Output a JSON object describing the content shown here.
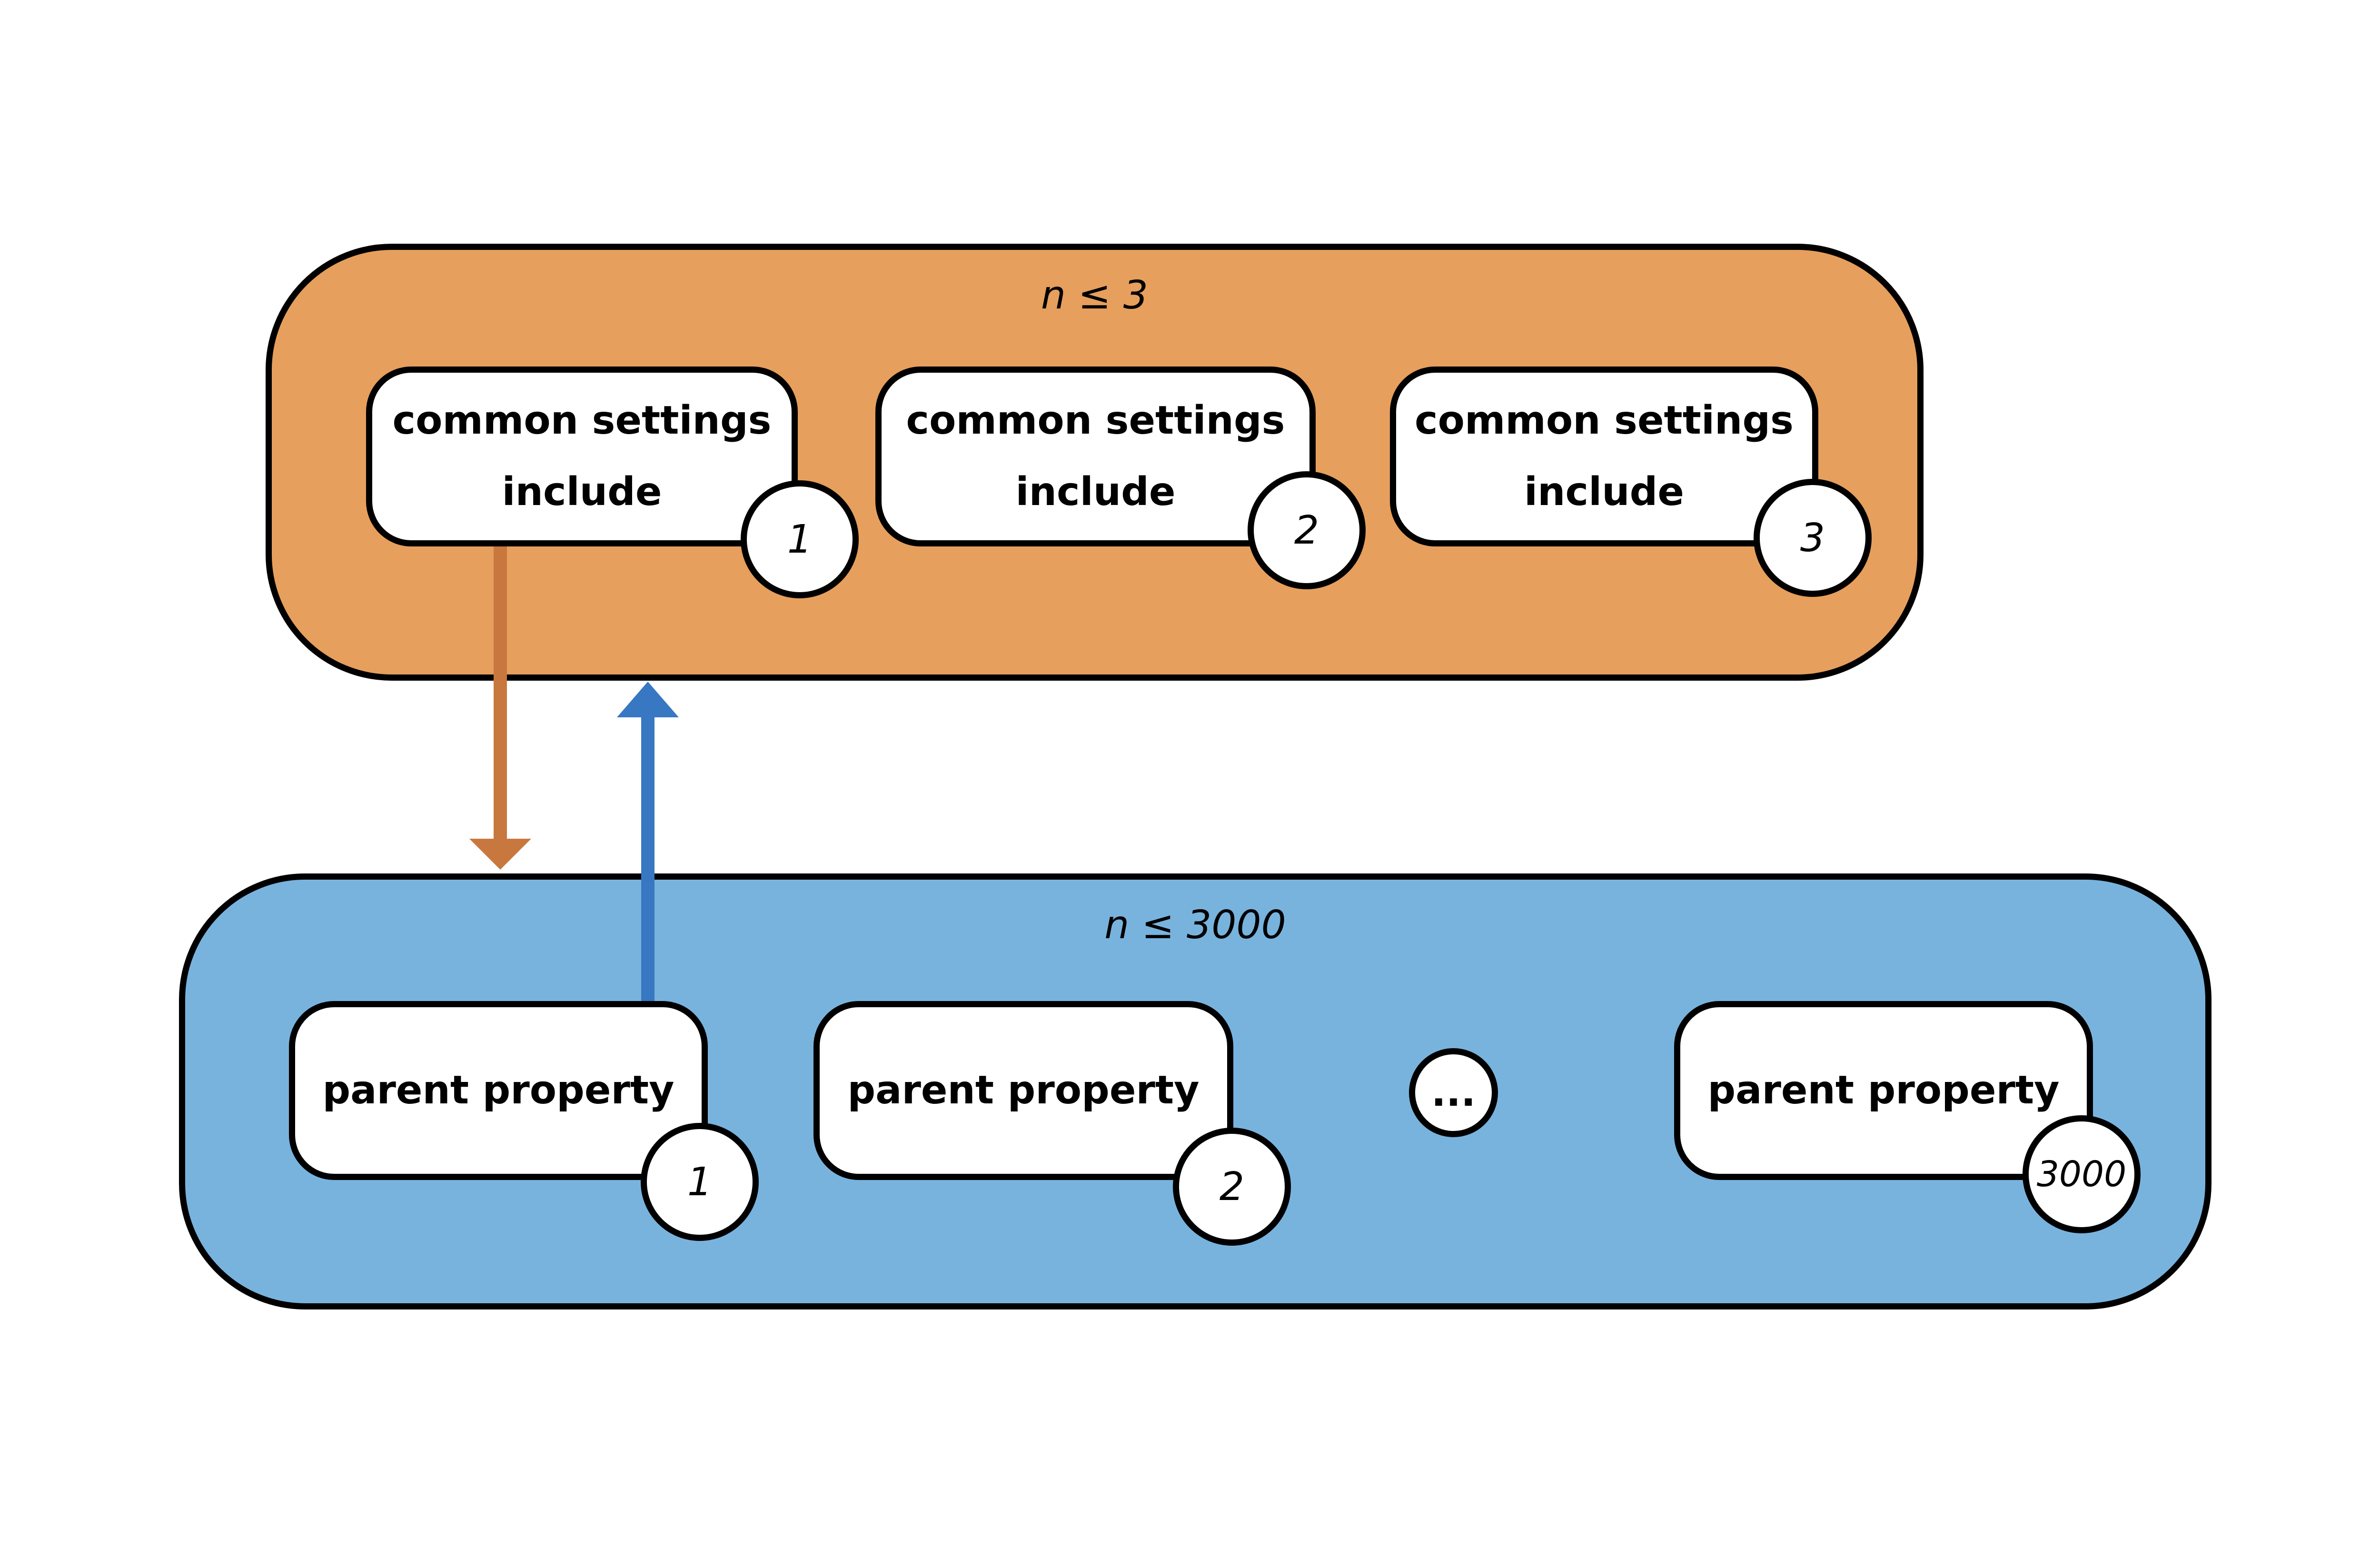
{
  "colors": {
    "top_group_fill": "#E69F5C",
    "bottom_group_fill": "#78B3DE",
    "down_arrow": "#C8783E",
    "up_arrow": "#3877C2",
    "outline": "#000000",
    "card_fill": "#FFFFFF"
  },
  "top_group": {
    "label": "n ≤ 3",
    "cards": [
      {
        "line1": "common settings",
        "line2": "include",
        "badge": "1"
      },
      {
        "line1": "common settings",
        "line2": "include",
        "badge": "2"
      },
      {
        "line1": "common settings",
        "line2": "include",
        "badge": "3"
      }
    ]
  },
  "bottom_group": {
    "label": "n ≤ 3000",
    "cards": [
      {
        "label": "parent property",
        "badge": "1"
      },
      {
        "label": "parent property",
        "badge": "2"
      },
      {
        "label": "parent property",
        "badge": "3000"
      }
    ],
    "ellipsis": "..."
  },
  "arrows": [
    {
      "from": "top_group.cards.0",
      "to": "bottom_group",
      "direction": "down",
      "color_key": "down_arrow"
    },
    {
      "from": "bottom_group.cards.0",
      "to": "top_group",
      "direction": "up",
      "color_key": "up_arrow"
    }
  ]
}
